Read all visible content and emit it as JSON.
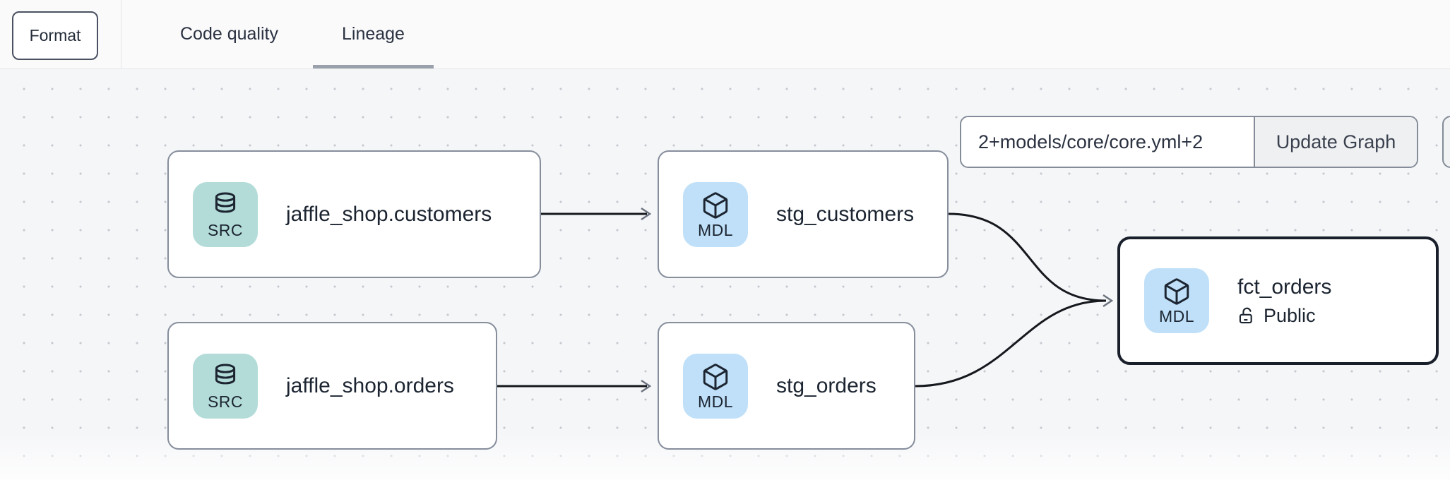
{
  "header": {
    "format_button_label": "Format",
    "tabs": [
      {
        "label": "Code quality",
        "active": false
      },
      {
        "label": "Lineage",
        "active": true
      }
    ]
  },
  "graph_toolbar": {
    "selector_input_value": "2+models/core/core.yml+2",
    "update_graph_button_label": "Update Graph"
  },
  "lineage": {
    "nodes": [
      {
        "label": "jaffle_shop.customers",
        "badge": "SRC",
        "icon": "database-icon",
        "selected": false
      },
      {
        "label": "stg_customers",
        "badge": "MDL",
        "icon": "cube-icon",
        "selected": false
      },
      {
        "label": "jaffle_shop.orders",
        "badge": "SRC",
        "icon": "database-icon",
        "selected": false
      },
      {
        "label": "stg_orders",
        "badge": "MDL",
        "icon": "cube-icon",
        "selected": false
      },
      {
        "label": "fct_orders",
        "badge": "MDL",
        "icon": "cube-icon",
        "access_label": "Public",
        "selected": true
      }
    ],
    "edges": [
      {
        "from": "jaffle_shop.customers",
        "to": "stg_customers"
      },
      {
        "from": "jaffle_shop.orders",
        "to": "stg_orders"
      },
      {
        "from": "stg_customers",
        "to": "fct_orders"
      },
      {
        "from": "stg_orders",
        "to": "fct_orders"
      }
    ]
  },
  "colors": {
    "src_badge_bg": "#b3dcd8",
    "mdl_badge_bg": "#bfe0f8",
    "node_border": "#868e9c",
    "selected_node_border": "#1a202b",
    "edge_stroke": "#15181d",
    "arrowhead": "#6c737f",
    "tab_underline": "#9aa1ad",
    "canvas_bg": "#f5f6f8",
    "header_bg": "#fafafb",
    "text_primary": "#1b2430"
  }
}
